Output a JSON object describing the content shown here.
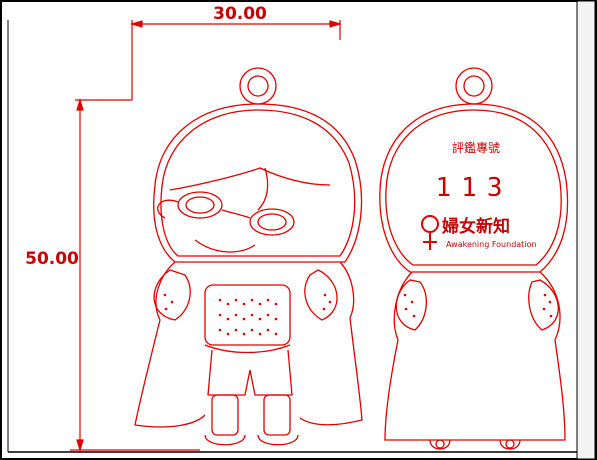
{
  "dimensions": {
    "width_label": "30.00",
    "height_label": "50.00"
  },
  "back_side": {
    "caption": "評鑑專號",
    "number": "113",
    "logo_text": "婦女新知",
    "logo_subtext": "Awakening Foundation"
  },
  "colors": {
    "line": "#e00000",
    "dimension": "#c80000",
    "frame": "#000000",
    "background": "#ffffff"
  }
}
